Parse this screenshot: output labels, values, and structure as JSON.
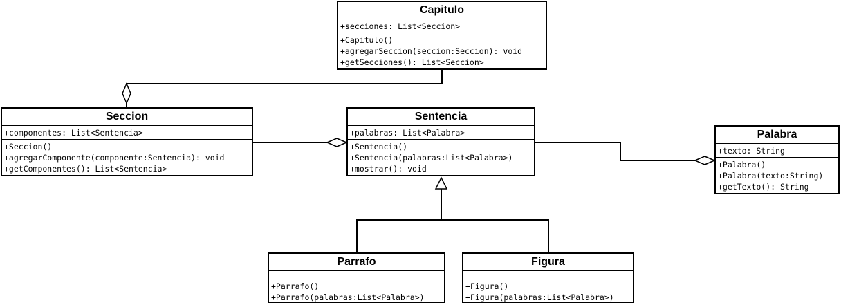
{
  "classes": {
    "capitulo": {
      "name": "Capitulo",
      "attributes": [
        "+secciones: List<Seccion>"
      ],
      "operations": [
        "+Capitulo()",
        "+agregarSeccion(seccion:Seccion): void",
        "+getSecciones(): List<Seccion>"
      ]
    },
    "seccion": {
      "name": "Seccion",
      "attributes": [
        "+componentes: List<Sentencia>"
      ],
      "operations": [
        "+Seccion()",
        "+agregarComponente(componente:Sentencia): void",
        "+getComponentes(): List<Sentencia>"
      ]
    },
    "sentencia": {
      "name": "Sentencia",
      "attributes": [
        "+palabras: List<Palabra>"
      ],
      "operations": [
        "+Sentencia()",
        "+Sentencia(palabras:List<Palabra>)",
        "+mostrar(): void"
      ]
    },
    "palabra": {
      "name": "Palabra",
      "attributes": [
        "+texto: String"
      ],
      "operations": [
        "+Palabra()",
        "+Palabra(texto:String)",
        "+getTexto(): String"
      ]
    },
    "parrafo": {
      "name": "Parrafo",
      "attributes": [],
      "operations": [
        "+Parrafo()",
        "+Parrafo(palabras:List<Palabra>)"
      ]
    },
    "figura": {
      "name": "Figura",
      "attributes": [],
      "operations": [
        "+Figura()",
        "+Figura(palabras:List<Palabra>)"
      ]
    }
  },
  "relationships": [
    {
      "type": "aggregation",
      "whole": "Seccion",
      "part": "Capitulo"
    },
    {
      "type": "aggregation",
      "whole": "Sentencia",
      "part": "Seccion"
    },
    {
      "type": "aggregation",
      "whole": "Palabra",
      "part": "Sentencia"
    },
    {
      "type": "generalization",
      "parent": "Sentencia",
      "child": "Parrafo"
    },
    {
      "type": "generalization",
      "parent": "Sentencia",
      "child": "Figura"
    }
  ]
}
